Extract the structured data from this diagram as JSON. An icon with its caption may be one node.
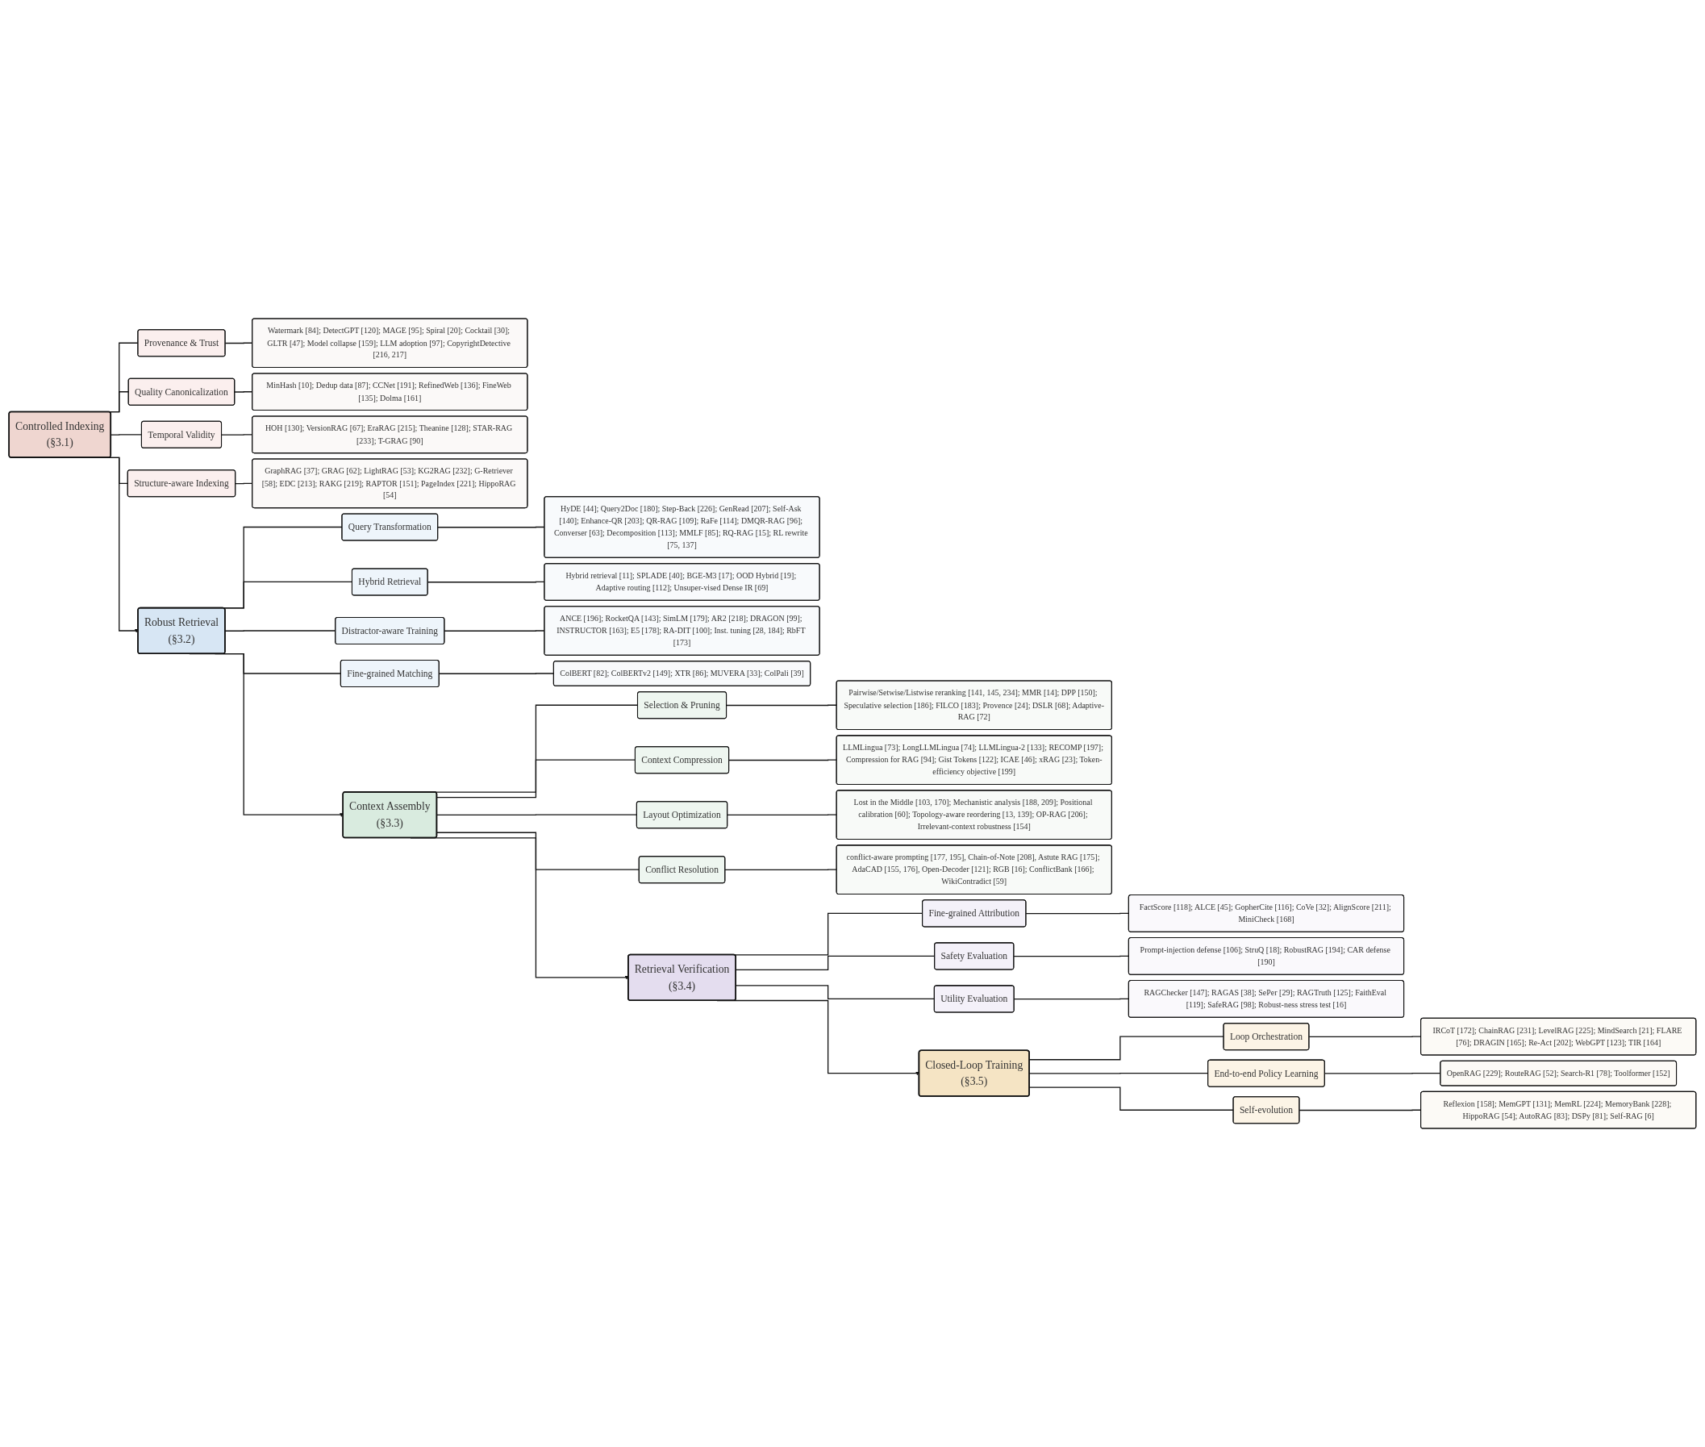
{
  "diagram": {
    "nodes": [
      {
        "text": [
          "Controlled Indexing",
          "(§3.1)"
        ]
      },
      {
        "text": [
          "Provenance & Trust"
        ]
      },
      {
        "text": [
          "Watermark [84]; DetectGPT [120]; MAGE [95]; Spiral [20]; Cocktail [30]; GLTR [47]; Model collapse [159]; LLM adoption [97]; CopyrightDetective [216, 217]"
        ]
      },
      {
        "text": [
          "Quality Canonicalization"
        ]
      },
      {
        "text": [
          "MinHash [10]; Dedup data [87]; CCNet [191]; RefinedWeb [136]; FineWeb [135]; Dolma [161]"
        ]
      },
      {
        "text": [
          "Temporal Validity"
        ]
      },
      {
        "text": [
          "HOH [130]; VersionRAG [67]; EraRAG [215]; Theanine [128]; STAR-RAG [233]; T-GRAG [90]"
        ]
      },
      {
        "text": [
          "Structure-aware Indexing"
        ]
      },
      {
        "text": [
          "GraphRAG [37]; GRAG [62]; LightRAG [53]; KG2RAG [232]; G-Retriever [58]; EDC [213]; RAKG [219]; RAPTOR [151]; PageIndex [221]; HippoRAG [54]"
        ]
      },
      {
        "text": [
          "Robust Retrieval",
          "(§3.2)"
        ]
      },
      {
        "text": [
          "Query Transformation"
        ]
      },
      {
        "text": [
          "HyDE [44]; Query2Doc [180]; Step-Back [226]; GenRead [207]; Self-Ask [140]; Enhance-QR [203]; QR-RAG [109]; RaFe [114]; DMQR-RAG [96]; Converser [63]; Decomposition [113]; MMLF [85]; RQ-RAG [15]; RL rewrite [75, 137]"
        ]
      },
      {
        "text": [
          "Hybrid Retrieval"
        ]
      },
      {
        "text": [
          "Hybrid retrieval [11]; SPLADE [40]; BGE-M3 [17]; OOD Hybrid [19]; Adaptive routing [112]; Unsuper-vised Dense IR [69]"
        ]
      },
      {
        "text": [
          "Distractor-aware Training"
        ]
      },
      {
        "text": [
          "ANCE [196]; RocketQA [143]; SimLM [179]; AR2 [218]; DRAGON [99]; INSTRUCTOR [163]; E5 [178]; RA-DIT [100]; Inst. tuning [28, 184]; RbFT [173]"
        ]
      },
      {
        "text": [
          "Fine-grained Matching"
        ]
      },
      {
        "text": [
          "ColBERT [82]; ColBERTv2 [149]; XTR [86]; MUVERA [33]; ColPali [39]"
        ]
      },
      {
        "text": [
          "Context Assembly",
          "(§3.3)"
        ]
      },
      {
        "text": [
          "Selection & Pruning"
        ]
      },
      {
        "text": [
          "Pairwise/Setwise/Listwise reranking [141, 145, 234]; MMR [14]; DPP [150]; Speculative selection [186]; FILCO [183]; Provence [24]; DSLR [68]; Adaptive-RAG [72]"
        ]
      },
      {
        "text": [
          "Context Compression"
        ]
      },
      {
        "text": [
          "LLMLingua [73]; LongLLMLingua [74]; LLMLingua-2 [133]; RECOMP [197]; Compression for RAG [94]; Gist Tokens [122]; ICAE [46]; xRAG [23]; Token-efficiency objective [199]"
        ]
      },
      {
        "text": [
          "Layout Optimization"
        ]
      },
      {
        "text": [
          "Lost in the Middle [103, 170]; Mechanistic analysis [188, 209]; Positional calibration [60]; Topology-aware reordering [13, 139]; OP-RAG [206]; Irrelevant-context robustness [154]"
        ]
      },
      {
        "text": [
          "Conflict Resolution"
        ]
      },
      {
        "text": [
          "conflict-aware prompting [177, 195], Chain-of-Note [208], Astute RAG [175]; AdaCAD [155, 176], Open-Decoder [121]; RGB [16]; ConflictBank [166]; WikiContradict [59]"
        ]
      },
      {
        "text": [
          "Retrieval Verification",
          "(§3.4)"
        ]
      },
      {
        "text": [
          "Fine-grained Attribution"
        ]
      },
      {
        "text": [
          "FactScore [118]; ALCE [45]; GopherCite [116]; CoVe [32]; AlignScore [211]; MiniCheck [168]"
        ]
      },
      {
        "text": [
          "Safety Evaluation"
        ]
      },
      {
        "text": [
          "Prompt-injection defense [106]; StruQ [18]; RobustRAG [194]; CAR defense [190]"
        ]
      },
      {
        "text": [
          "Utility Evaluation"
        ]
      },
      {
        "text": [
          "RAGChecker [147]; RAGAS [38]; SePer [29]; RAGTruth [125]; FaithEval [119]; SafeRAG [98]; Robust-ness stress test [16]"
        ]
      },
      {
        "text": [
          "Closed-Loop Training",
          "(§3.5)"
        ]
      },
      {
        "text": [
          "Loop Orchestration"
        ]
      },
      {
        "text": [
          "IRCoT [172]; ChainRAG [231]; LevelRAG [225]; MindSearch [21]; FLARE [76]; DRAGIN [165]; Re-Act [202]; WebGPT [123]; TIR [164]"
        ]
      },
      {
        "text": [
          "End-to-end Policy Learning"
        ]
      },
      {
        "text": [
          "OpenRAG [229]; RouteRAG [52]; Search-R1 [78]; Toolformer [152]"
        ]
      },
      {
        "text": [
          "Self-evolution"
        ]
      },
      {
        "text": [
          "Reflexion [158]; MemGPT [131]; MemRL [224]; MemoryBank [228]; HippoRAG [54]; AutoRAG [83]; DSPy [81]; Self-RAG [6]"
        ]
      }
    ],
    "edges": [
      {
        "from": 0,
        "to": 9,
        "arrow": "to"
      },
      {
        "from": 9,
        "to": 18,
        "arrow": "to"
      },
      {
        "from": 18,
        "to": 27,
        "arrow": "to"
      },
      {
        "from": 27,
        "to": 34,
        "arrow": "to"
      },
      {
        "from": 0,
        "to": 1,
        "arrow": "none"
      },
      {
        "from": 1,
        "to": 2,
        "arrow": "none"
      },
      {
        "from": 0,
        "to": 3,
        "arrow": "none"
      },
      {
        "from": 3,
        "to": 4,
        "arrow": "none"
      },
      {
        "from": 0,
        "to": 5,
        "arrow": "none"
      },
      {
        "from": 5,
        "to": 6,
        "arrow": "none"
      },
      {
        "from": 0,
        "to": 7,
        "arrow": "none"
      },
      {
        "from": 7,
        "to": 8,
        "arrow": "none"
      },
      {
        "from": 9,
        "to": 10,
        "arrow": "none"
      },
      {
        "from": 10,
        "to": 11,
        "arrow": "none"
      },
      {
        "from": 9,
        "to": 12,
        "arrow": "none"
      },
      {
        "from": 12,
        "to": 13,
        "arrow": "none"
      },
      {
        "from": 9,
        "to": 14,
        "arrow": "none"
      },
      {
        "from": 14,
        "to": 15,
        "arrow": "none"
      },
      {
        "from": 9,
        "to": 16,
        "arrow": "none"
      },
      {
        "from": 16,
        "to": 17,
        "arrow": "none"
      },
      {
        "from": 18,
        "to": 19,
        "arrow": "none"
      },
      {
        "from": 19,
        "to": 20,
        "arrow": "none"
      },
      {
        "from": 18,
        "to": 21,
        "arrow": "none"
      },
      {
        "from": 21,
        "to": 22,
        "arrow": "none"
      },
      {
        "from": 18,
        "to": 23,
        "arrow": "none"
      },
      {
        "from": 23,
        "to": 24,
        "arrow": "none"
      },
      {
        "from": 18,
        "to": 25,
        "arrow": "none"
      },
      {
        "from": 25,
        "to": 26,
        "arrow": "none"
      },
      {
        "from": 27,
        "to": 28,
        "arrow": "none"
      },
      {
        "from": 28,
        "to": 29,
        "arrow": "none"
      },
      {
        "from": 27,
        "to": 30,
        "arrow": "none"
      },
      {
        "from": 30,
        "to": 31,
        "arrow": "none"
      },
      {
        "from": 27,
        "to": 32,
        "arrow": "none"
      },
      {
        "from": 32,
        "to": 33,
        "arrow": "none"
      },
      {
        "from": 34,
        "to": 35,
        "arrow": "none"
      },
      {
        "from": 35,
        "to": 36,
        "arrow": "none"
      },
      {
        "from": 34,
        "to": 37,
        "arrow": "none"
      },
      {
        "from": 37,
        "to": 38,
        "arrow": "none"
      },
      {
        "from": 34,
        "to": 39,
        "arrow": "none"
      },
      {
        "from": 39,
        "to": 40,
        "arrow": "none"
      }
    ]
  }
}
